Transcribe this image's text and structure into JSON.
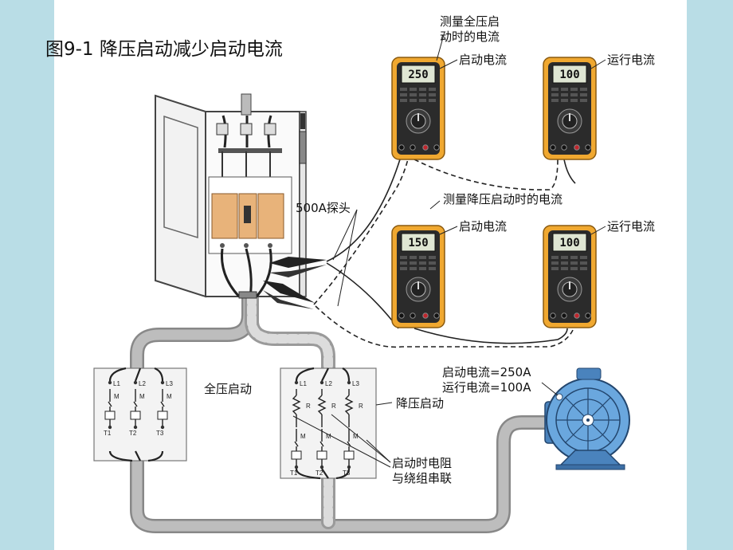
{
  "title": "图9-1 降压启动减少启动电流",
  "labels": {
    "measure_full": "测量全压启\n动时的电流",
    "start_current_top": "启动电流",
    "run_current_top": "运行电流",
    "probe": "500A探头",
    "measure_reduced": "测量降压启动时的电流",
    "start_current_bottom": "启动电流",
    "run_current_bottom": "运行电流",
    "full_voltage_start": "全压启动",
    "reduced_voltage_start": "降压启动",
    "resistor_series": "启动时电阻\n与绕组串联",
    "motor_info": "启动电流=250A\n运行电流=100A"
  },
  "meters": {
    "top_left": "250",
    "top_right": "100",
    "bottom_left": "150",
    "bottom_right": "100"
  },
  "terminals": {
    "line": [
      "L1",
      "L2",
      "L3"
    ],
    "motor": [
      "M",
      "M",
      "M"
    ],
    "resistor": [
      "R",
      "R",
      "R"
    ],
    "load": [
      "T1",
      "T2",
      "T3"
    ]
  },
  "colors": {
    "background": "#b9dde6",
    "meter_body": "#f0a830",
    "motor": "#6aa7de",
    "cable": "#9a9a9a"
  }
}
